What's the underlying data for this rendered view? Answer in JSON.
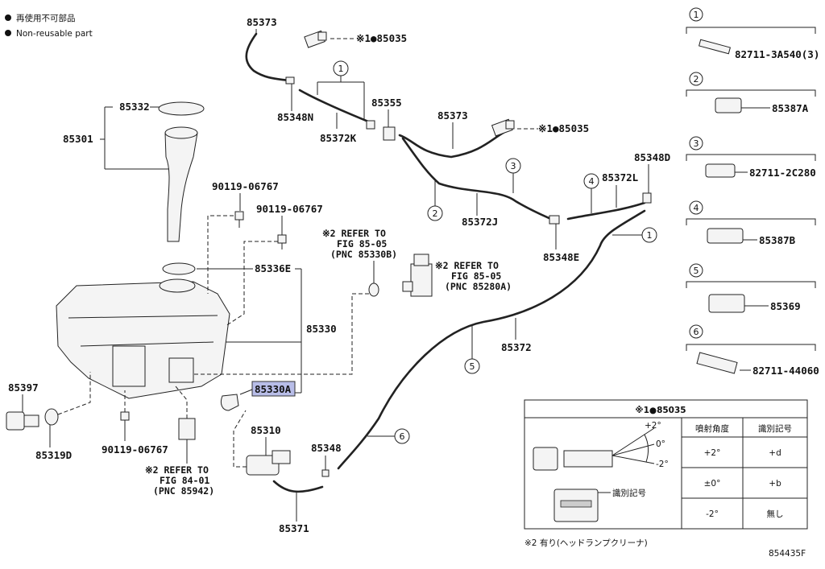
{
  "legend": {
    "line1": "再使用不可部品",
    "line2": "Non-reusable part"
  },
  "parts": {
    "p85373a": "85373",
    "p85035a": "※1●85035",
    "p85348n": "85348N",
    "p85372k": "85372K",
    "p85355": "85355",
    "p85373b": "85373",
    "p85035b": "※1●85035",
    "p85348d": "85348D",
    "p85372l": "85372L",
    "p85372j": "85372J",
    "p85348e": "85348E",
    "p85372": "85372",
    "p85332": "85332",
    "p85301": "85301",
    "p90119a": "90119-06767",
    "p90119b": "90119-06767",
    "p85336e": "85336E",
    "p85330": "85330",
    "p85330a": "85330A",
    "p85397": "85397",
    "p85319d": "85319D",
    "p90119c": "90119-06767",
    "p85310": "85310",
    "p85348": "85348",
    "p85371": "85371"
  },
  "refs": {
    "ref1": [
      "※2 REFER TO",
      "FIG 85-05",
      "(PNC 85330B)"
    ],
    "ref2": [
      "※2 REFER TO",
      "FIG 85-05",
      "(PNC 85280A)"
    ],
    "ref3": [
      "※2 REFER TO",
      "FIG 84-01",
      "(PNC 85942)"
    ]
  },
  "callouts": [
    "1",
    "2",
    "3",
    "4",
    "5",
    "6"
  ],
  "side_legend": [
    {
      "num": "1",
      "part": "82711-3A540(3)"
    },
    {
      "num": "2",
      "part": "85387A"
    },
    {
      "num": "3",
      "part": "82711-2C280"
    },
    {
      "num": "4",
      "part": "85387B"
    },
    {
      "num": "5",
      "part": "85369"
    },
    {
      "num": "6",
      "part": "82711-44060"
    }
  ],
  "table": {
    "title": "※1●85035",
    "col1": "噴射角度",
    "col2": "識別記号",
    "rows": [
      {
        "angle": "+2°",
        "mark": "+d"
      },
      {
        "angle": "±0°",
        "mark": "+b"
      },
      {
        "angle": "-2°",
        "mark": "無し"
      }
    ],
    "diagram_plus": "+2°",
    "diagram_zero": "0°",
    "diagram_minus": "-2°",
    "mark_label": "識別記号"
  },
  "footnote": "※2 有り(ヘッドランプクリーナ)",
  "illustration_id": "854435F"
}
